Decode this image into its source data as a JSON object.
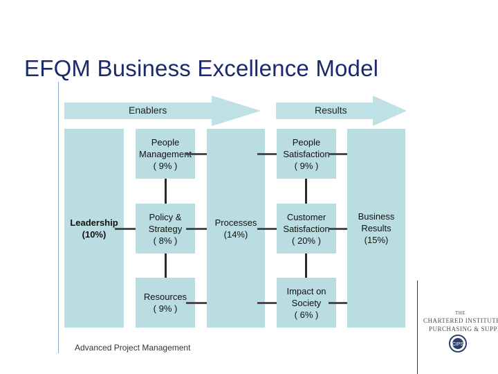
{
  "title": "EFQM Business Excellence Model",
  "arrows": {
    "enablers": "Enablers",
    "results": "Results"
  },
  "boxes": {
    "leadership": {
      "name": "Leadership",
      "pct": "(10%)"
    },
    "people_management": {
      "line1": "People",
      "line2": "Management",
      "pct": "( 9% )"
    },
    "policy_strategy": {
      "line1": "Policy &",
      "line2": "Strategy",
      "pct": "( 8% )"
    },
    "resources": {
      "line1": "Resources",
      "pct": "( 9% )"
    },
    "processes": {
      "name": "Processes",
      "pct": "(14%)"
    },
    "people_satisfaction": {
      "line1": "People",
      "line2": "Satisfaction",
      "pct": "( 9% )"
    },
    "customer_satisfaction": {
      "line1": "Customer",
      "line2": "Satisfaction",
      "pct": "( 20% )"
    },
    "impact_society": {
      "line1": "Impact on",
      "line2": "Society",
      "pct": "( 6% )"
    },
    "business_results": {
      "line1": "Business",
      "line2": "Results",
      "pct": "(15%)"
    }
  },
  "footer": "Advanced Project Management",
  "logo": {
    "line1": "THE",
    "line2": "CHARTERED INSTITUTE OF",
    "line3": "PURCHASING & SUPPLY",
    "emblem": "CIPS"
  },
  "colors": {
    "box_fill": "#b9dde0",
    "arrow_fill": "#bfe0e4",
    "title": "#1b2a6b"
  }
}
